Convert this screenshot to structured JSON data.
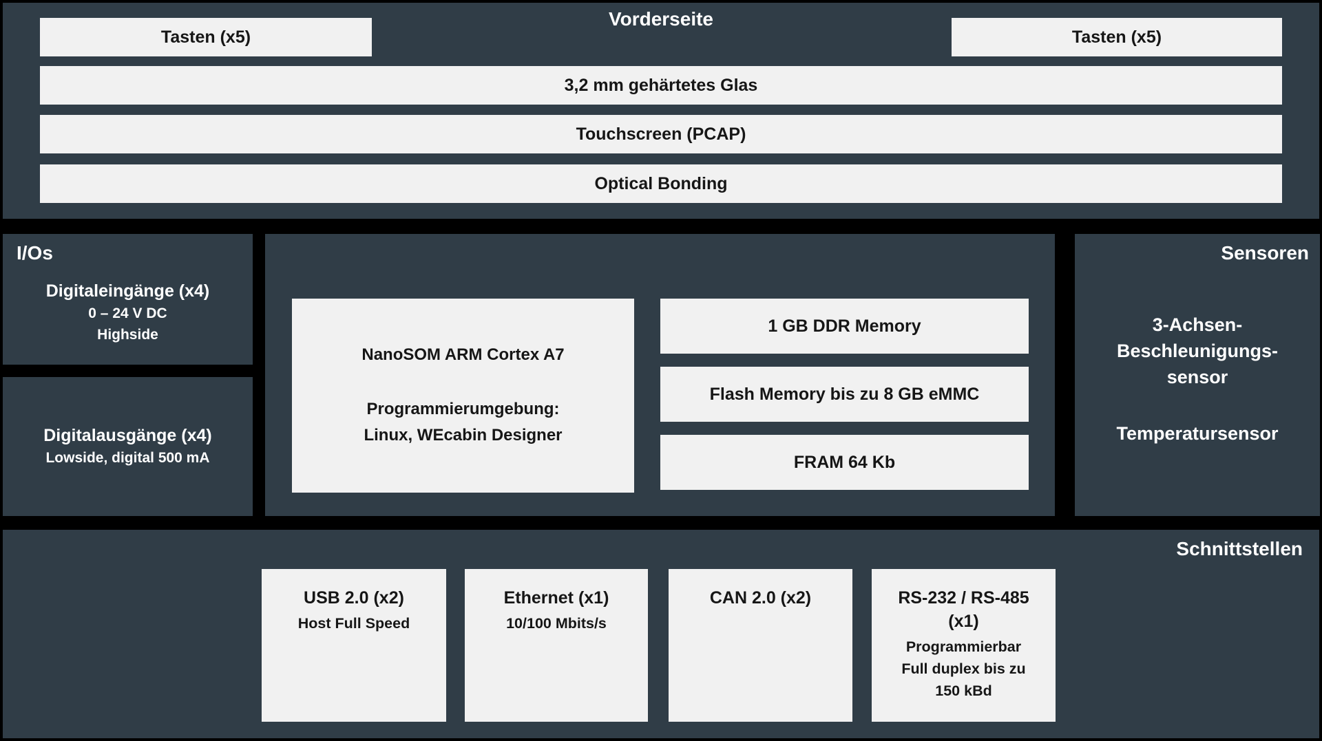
{
  "colors": {
    "background": "#000000",
    "panel": "#303d47",
    "box": "#f1f1f1",
    "text_on_dark": "#ffffff",
    "text_on_light": "#161616"
  },
  "front": {
    "title": "Vorderseite",
    "keys_left": "Tasten (x5)",
    "keys_right": "Tasten (x5)",
    "layers": [
      "3,2 mm gehärtetes Glas",
      "Touchscreen (PCAP)",
      "Optical Bonding"
    ]
  },
  "ios": {
    "title": "I/Os",
    "digital_inputs": {
      "title": "Digitaleingänge (x4)",
      "lines": [
        "0 – 24 V DC",
        "Highside"
      ]
    },
    "digital_outputs": {
      "title": "Digitalausgänge (x4)",
      "lines": [
        "Lowside, digital 500 mA"
      ]
    }
  },
  "core": {
    "som": {
      "line1": "NanoSOM ARM Cortex A7",
      "line2": "Programmierumgebung:",
      "line3": "Linux, WEcabin Designer"
    },
    "memory": [
      "1 GB DDR Memory",
      "Flash Memory bis zu 8 GB eMMC",
      "FRAM 64 Kb"
    ]
  },
  "sensors": {
    "title": "Sensoren",
    "accelerometer_lines": [
      "3-Achsen-",
      "Beschleunigungs-",
      "sensor"
    ],
    "temperature": "Temperatursensor"
  },
  "interfaces": {
    "title": "Schnittstellen",
    "items": [
      {
        "title": "USB 2.0 (x2)",
        "lines": [
          "Host Full Speed"
        ]
      },
      {
        "title": "Ethernet (x1)",
        "lines": [
          "10/100 Mbits/s"
        ]
      },
      {
        "title": "CAN 2.0 (x2)",
        "lines": []
      },
      {
        "title": "RS-232 / RS-485 (x1)",
        "lines": [
          "Programmierbar",
          "Full duplex bis zu",
          "150 kBd"
        ]
      }
    ]
  }
}
